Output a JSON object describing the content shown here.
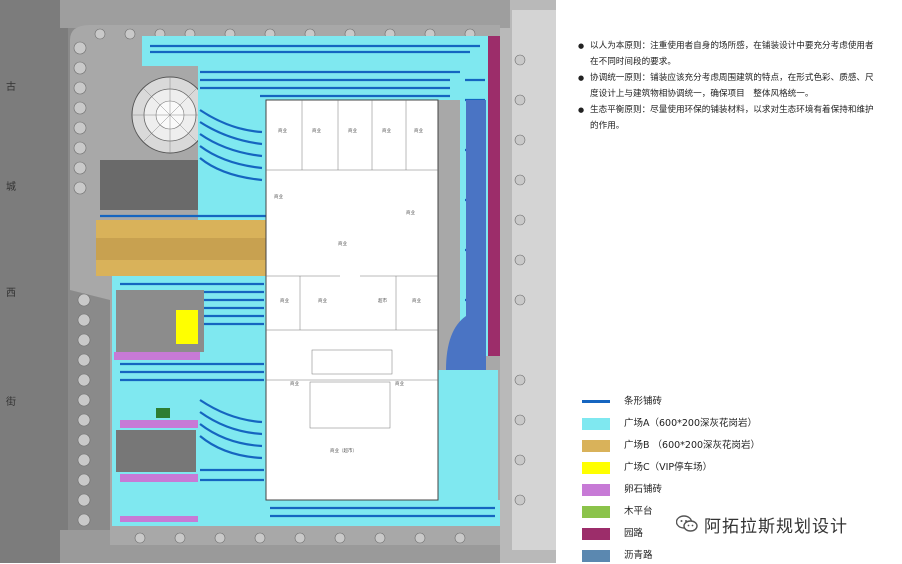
{
  "notes": [
    "以人为本原则：注重使用者自身的场所感，在铺装设计中要充分考虑使用者在不同时间段的要求。",
    "协调统一原则：铺装应该充分考虑周围建筑的特点，在形式色彩、质感、尺度设计上与建筑物相协调统一，确保项目　整体风格统一。",
    "生态平衡原则：尽量使用环保的铺装材料，以求对生态环境有着保持和维护的作用。"
  ],
  "legend": [
    {
      "label": "条形铺砖",
      "color": "#1565c0",
      "kind": "line"
    },
    {
      "label": "广场A（600*200深灰花岗岩）",
      "color": "#7fe8f0",
      "kind": "fill"
    },
    {
      "label": "广场B （600*200深灰花岗岩）",
      "color": "#d9b25a",
      "kind": "fill"
    },
    {
      "label": "广场C（VIP停车场）",
      "color": "#ffff00",
      "kind": "fill"
    },
    {
      "label": "卵石铺砖",
      "color": "#c77ad6",
      "kind": "fill"
    },
    {
      "label": "木平台",
      "color": "#8bc34a",
      "kind": "fill"
    },
    {
      "label": "园路",
      "color": "#9c2d6a",
      "kind": "fill"
    },
    {
      "label": "沥青路",
      "color": "#5b88b0",
      "kind": "fill"
    }
  ],
  "plan": {
    "street_chars": [
      "古",
      "城",
      "西",
      "街"
    ],
    "rooms": [
      "商业",
      "商业",
      "商业",
      "商业",
      "商业",
      "商业",
      "商业",
      "商业",
      "商业",
      "超市",
      "商业",
      "商业",
      "商业",
      "商业",
      "商业（超市）"
    ]
  },
  "watermark": {
    "text": "阿拓拉斯规划设计",
    "icon": "wechat-icon"
  }
}
